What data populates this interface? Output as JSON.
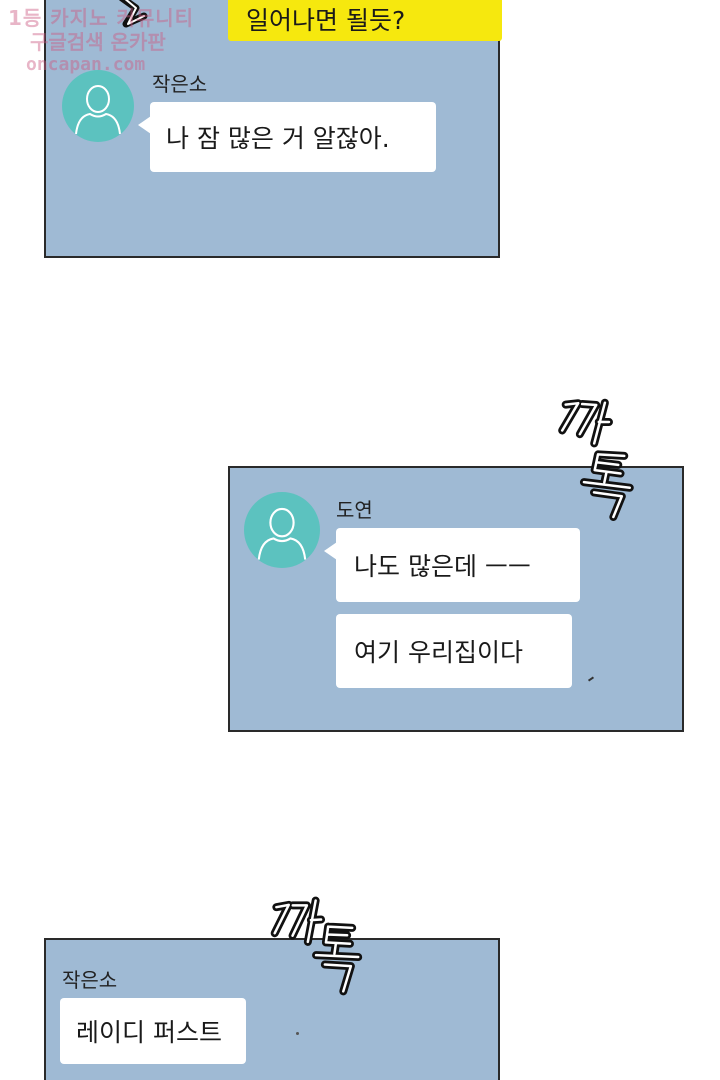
{
  "watermark": {
    "line1": "1등 카지노 커뮤니티",
    "line2": "구글검색 온카판",
    "line3": "oncapan.com"
  },
  "panel_top": {
    "yellow_message": "일어나면 될듯?",
    "sender": "작은소",
    "message": "나 잠 많은 거 알잖아."
  },
  "panel_middle": {
    "sfx": "까톡",
    "sender": "도연",
    "messages": [
      "나도 많은데 ㅡㅡ",
      "여기 우리집이다"
    ]
  },
  "panel_bottom": {
    "sfx": "까톡",
    "sender": "작은소",
    "message": "레이디 퍼스트"
  },
  "colors": {
    "panel_bg": "#9fbad4",
    "avatar": "#5cc2bf",
    "my_bubble": "#f6e80e",
    "their_bubble": "#ffffff"
  },
  "icons": [
    "profile-silhouette-icon",
    "kkatok-sound-effect"
  ]
}
